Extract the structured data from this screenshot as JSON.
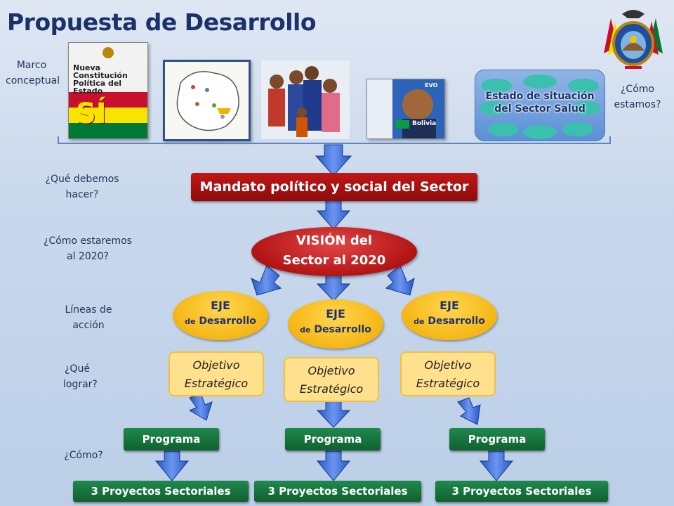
{
  "title": "Propuesta de Desarrollo",
  "questions": {
    "marco": [
      "Marco",
      "conceptual"
    ],
    "como_estamos": [
      "¿Cómo",
      "estamos?"
    ],
    "que_debemos": [
      "¿Qué debemos",
      "hacer?"
    ],
    "como_estaremos": [
      "¿Cómo estaremos",
      "al 2020?"
    ],
    "lineas": [
      "Líneas de",
      "acción"
    ],
    "que_lograr": [
      "¿Qué",
      "lograr?"
    ],
    "como": "¿Cómo?"
  },
  "images": {
    "constitucion": [
      "Nueva",
      "Constitución",
      "Política del",
      "Estado",
      "SÍ"
    ],
    "evo_text": [
      "Bolivia",
      "EVO"
    ],
    "estado_situacion": [
      "Estado de situación",
      "del Sector Salud"
    ]
  },
  "mandato": "Mandato político y social del Sector",
  "vision": [
    "VISIÓN del",
    "Sector al 2020"
  ],
  "ejes": [
    {
      "t1": "EJE",
      "de": "de",
      "t2": "Desarrollo"
    },
    {
      "t1": "EJE",
      "de": "de",
      "t2": "Desarrollo"
    },
    {
      "t1": "EJE",
      "de": "de",
      "t2": "Desarrollo"
    }
  ],
  "objetivos": [
    [
      "Objetivo",
      "Estratégico"
    ],
    [
      "Objetivo",
      "Estratégico"
    ],
    [
      "Objetivo",
      "Estratégico"
    ]
  ],
  "programas": [
    "Programa",
    "Programa",
    "Programa"
  ],
  "proyectos": [
    "3 Proyectos Sectoriales",
    "3 Proyectos Sectoriales",
    "3 Proyectos Sectoriales"
  ]
}
